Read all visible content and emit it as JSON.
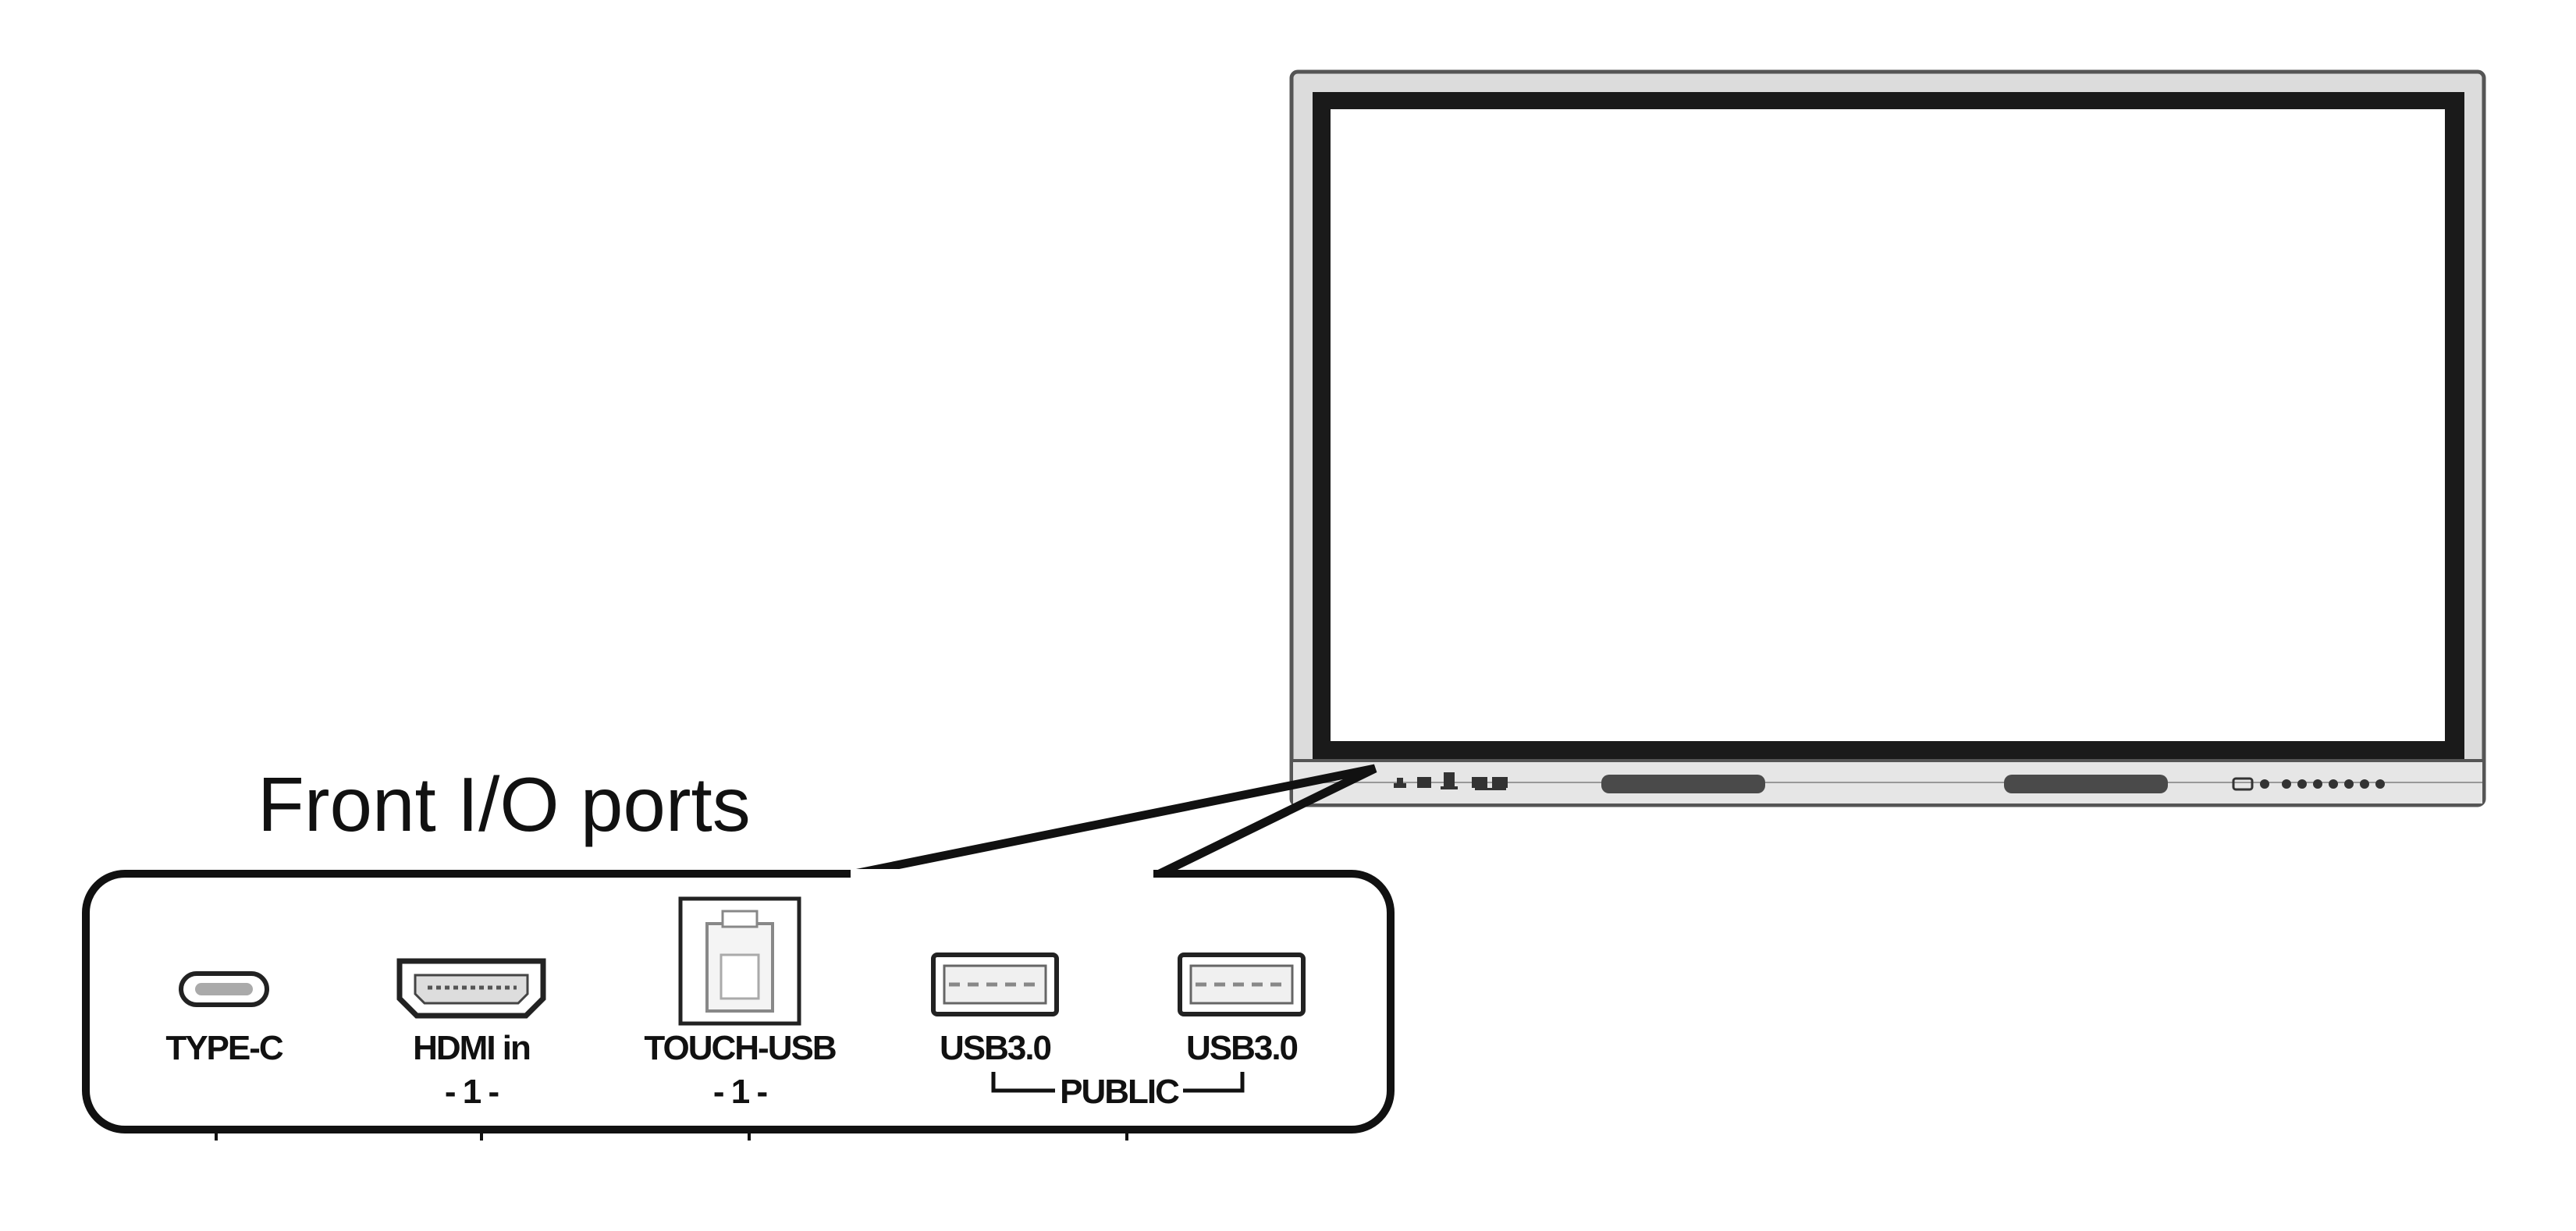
{
  "title": "Front I/O ports",
  "ports": [
    {
      "label": "TYPE-C",
      "index": ""
    },
    {
      "label": "HDMI in",
      "index": "- 1 -"
    },
    {
      "label": "TOUCH-USB",
      "index": "- 1 -"
    },
    {
      "label": "USB3.0",
      "index": ""
    },
    {
      "label": "USB3.0",
      "index": ""
    }
  ],
  "group_label": "PUBLIC",
  "colors": {
    "ink": "#111111",
    "bezel": "#d9d9d9",
    "panel_frame": "#1a1a1a"
  }
}
